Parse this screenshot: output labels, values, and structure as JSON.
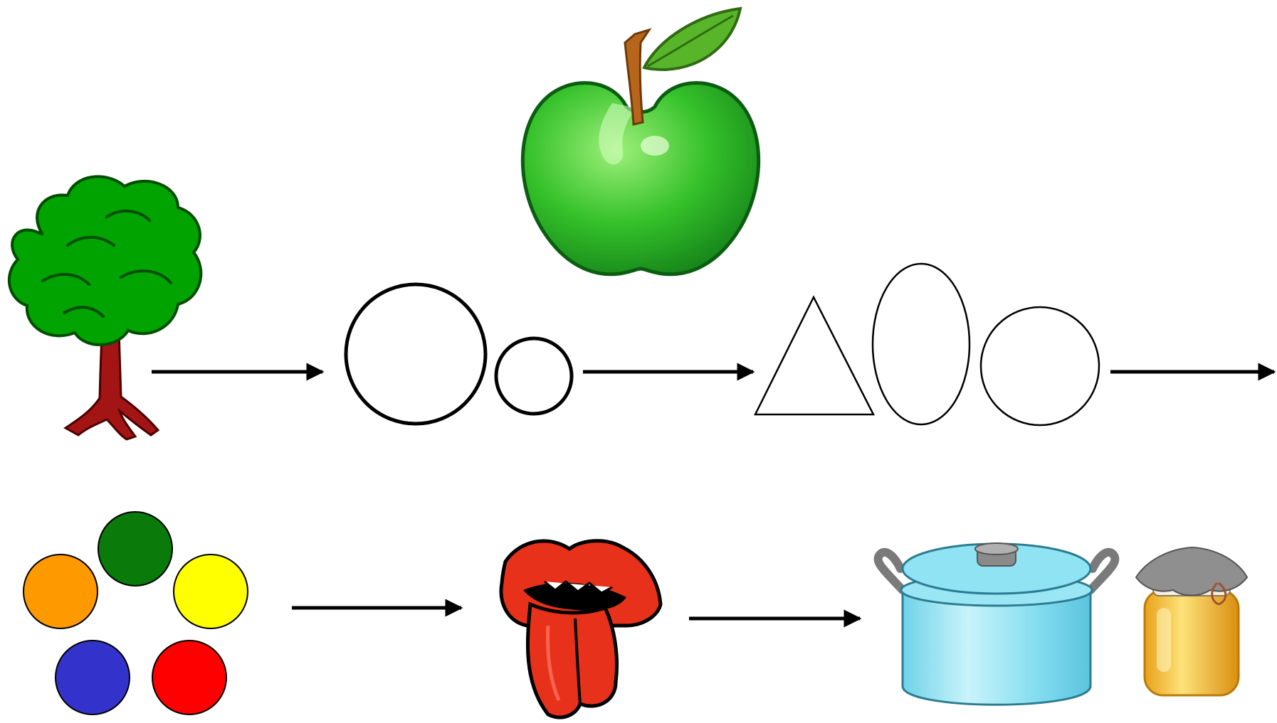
{
  "diagram": {
    "rows": [
      {
        "id": "top-row",
        "nodes": [
          {
            "id": "tree",
            "icon": "tree-icon"
          },
          {
            "id": "two-circles",
            "icon": "two-circles-outline"
          },
          {
            "id": "three-shapes",
            "icon": "triangle-oval-circle-outline"
          }
        ],
        "connectors": 3,
        "above": {
          "id": "apple",
          "icon": "green-apple-icon"
        }
      },
      {
        "id": "bottom-row",
        "nodes": [
          {
            "id": "colors",
            "icon": "color-circles-icon"
          },
          {
            "id": "mouth",
            "icon": "lips-tongue-icon"
          },
          {
            "id": "kitchen",
            "icon": "pot-and-jar-icon"
          }
        ],
        "connectors": 2
      }
    ],
    "palette": {
      "leaf_green": "#00a300",
      "trunk": "#a31414",
      "apple_green": "#39c12b",
      "orange": "#ff9900",
      "dark_green": "#0a7a0a",
      "yellow": "#ffff00",
      "blue": "#3333cc",
      "red": "#ff0000",
      "lips": "#e8311a",
      "pot": "#8fe3f2",
      "honey": "#f2b52a",
      "line": "#000000"
    }
  }
}
